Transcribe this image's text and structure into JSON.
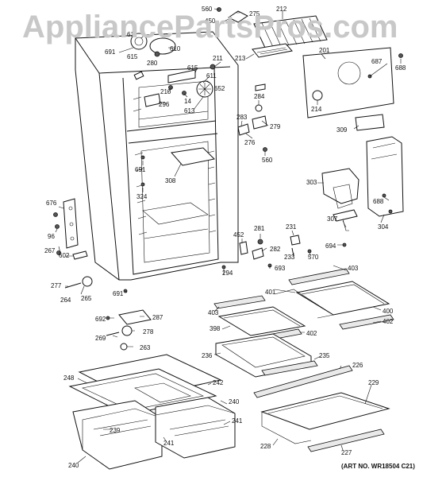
{
  "watermark": "AppliancePartsPros.com",
  "art_number": "(ART NO. WR18504 C21)",
  "labels": [
    "560",
    "450",
    "275",
    "212",
    "691",
    "61",
    "615",
    "610",
    "280",
    "201",
    "687",
    "688",
    "213",
    "211",
    "615",
    "611",
    "652",
    "210",
    "14",
    "296",
    "613",
    "284",
    "279",
    "283",
    "276",
    "560",
    "214",
    "309",
    "691",
    "308",
    "324",
    "303",
    "688",
    "676",
    "96",
    "267",
    "602",
    "277",
    "264",
    "265",
    "691",
    "281",
    "231",
    "452",
    "282",
    "233",
    "570",
    "694",
    "307",
    "304",
    "294",
    "693",
    "403",
    "401",
    "403",
    "400",
    "402",
    "398",
    "402",
    "692",
    "287",
    "278",
    "269",
    "263",
    "236",
    "235",
    "226",
    "248",
    "242",
    "229",
    "240",
    "239",
    "241",
    "241",
    "240",
    "228",
    "227"
  ]
}
